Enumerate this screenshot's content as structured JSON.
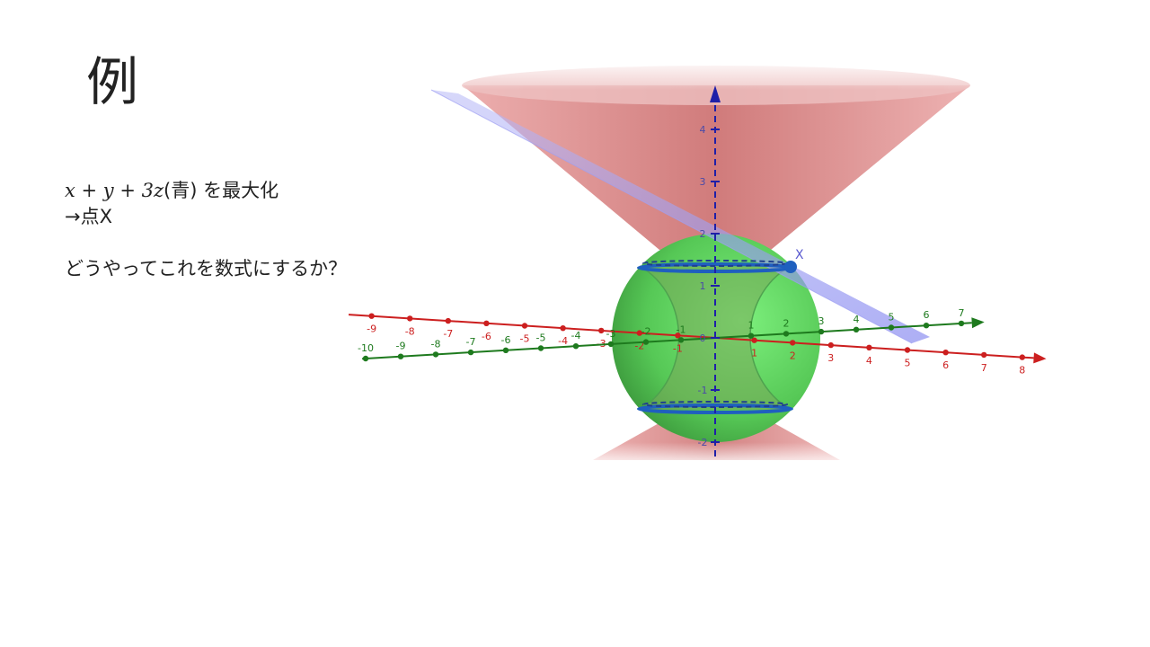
{
  "slide": {
    "title": "例",
    "objective_math": "x + y + 3z",
    "objective_rest": "(青) を最大化",
    "arrow_line": "→点X",
    "question": "どうやってこれを数式にするか？"
  },
  "figure": {
    "point_label": "X",
    "x_axis_ticks": [
      "-9",
      "-8",
      "-7",
      "-6",
      "-5",
      "-4",
      "-3",
      "-2",
      "-1",
      "1",
      "2",
      "3",
      "4",
      "5",
      "6",
      "7",
      "8"
    ],
    "y_axis_ticks": [
      "-10",
      "-9",
      "-8",
      "-7",
      "-6",
      "-5",
      "-4",
      "-3",
      "-2",
      "-1",
      "1",
      "2",
      "3",
      "4",
      "5",
      "6",
      "7"
    ],
    "z_axis_ticks": [
      "-2",
      "-1",
      "0",
      "1",
      "2",
      "3",
      "4"
    ],
    "colors": {
      "x_axis": "#cc1f1f",
      "y_axis": "#1e7a1e",
      "z_axis": "#1f1fa8",
      "cone": "#c85050",
      "sphere": "#5fd65f",
      "plane": "#8a8cf0",
      "rings": "#1f5fbf"
    }
  }
}
